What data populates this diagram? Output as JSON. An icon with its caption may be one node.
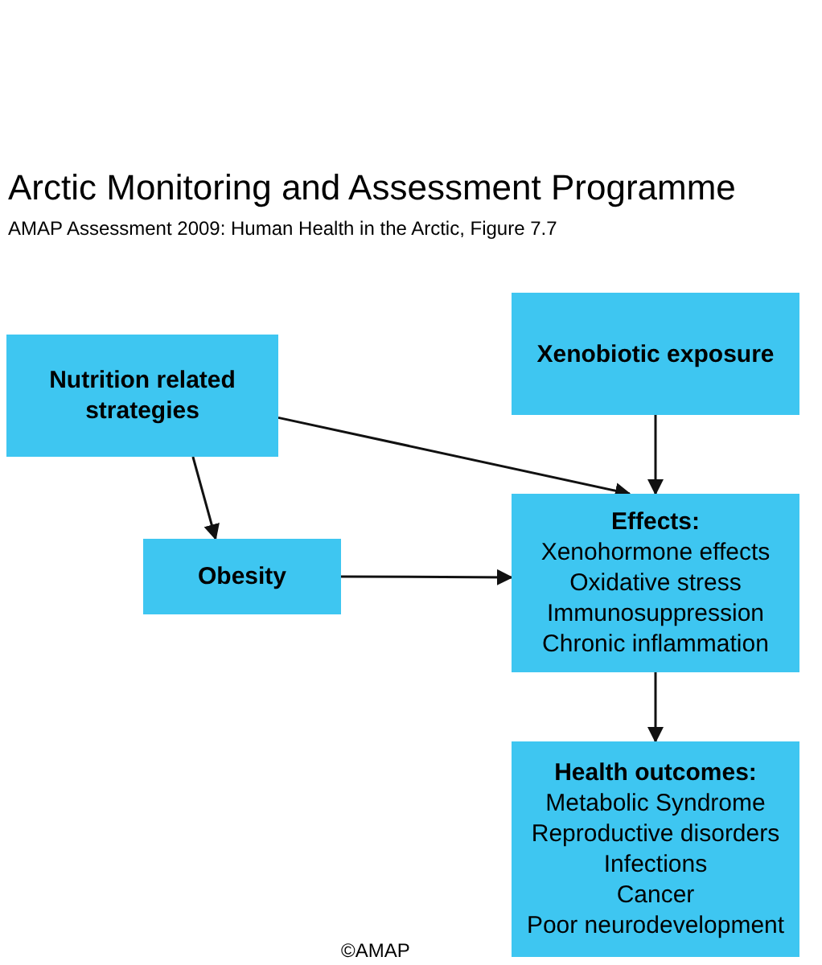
{
  "diagram": {
    "title": "Arctic Monitoring and Assessment Programme",
    "nodes": [
      {
        "text": [
          "Xenobiotic exposure"
        ]
      },
      {
        "text": [
          "Nutrition related strategies"
        ]
      },
      {
        "text": [
          "Obesity"
        ]
      },
      {
        "text": [
          "Effects:",
          "Xenohormone effects",
          "Oxidative stress",
          "Immunosuppression",
          "Chronic inflammation"
        ]
      },
      {
        "text": [
          "Health outcomes:",
          "Metabolic Syndrome",
          "Reproductive disorders",
          "Infections",
          "Cancer",
          "Poor neurodevelopment"
        ]
      }
    ],
    "edges": [
      {
        "from": 1,
        "to": 3,
        "arrow": "to"
      },
      {
        "from": 0,
        "to": 3,
        "arrow": "to"
      },
      {
        "from": 1,
        "to": 2,
        "arrow": "to"
      },
      {
        "from": 2,
        "to": 3,
        "arrow": "to"
      },
      {
        "from": 3,
        "to": 4,
        "arrow": "to"
      }
    ],
    "labels": [
      "AMAP Assessment 2009: Human Health in the Arctic, Figure 7.7",
      "©AMAP"
    ]
  }
}
